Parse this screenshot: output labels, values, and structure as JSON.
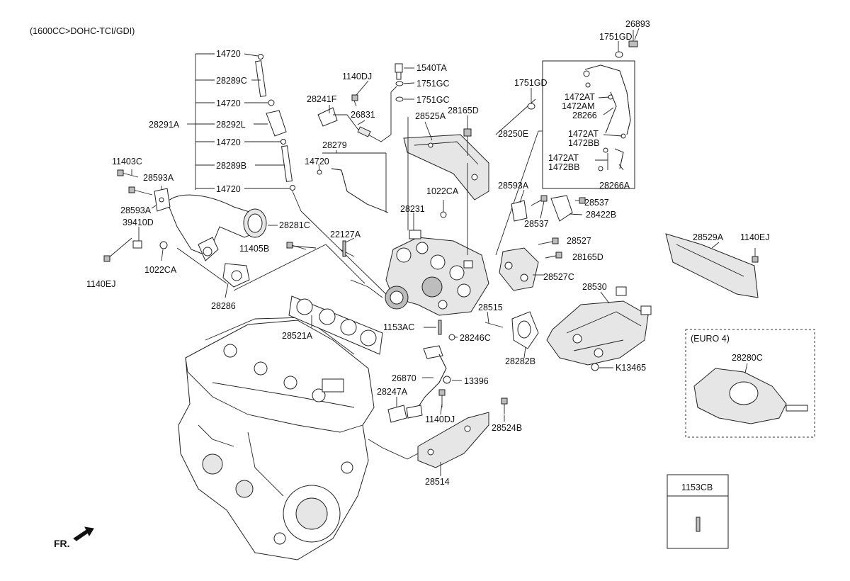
{
  "header": {
    "engine_spec": "(1600CC>DOHC-TCI/GDI)"
  },
  "orientation": {
    "front_label": "FR."
  },
  "euro4": {
    "title": "(EURO 4)",
    "part": "28280C"
  },
  "box_1153cb": {
    "title": "1153CB"
  },
  "callouts": {
    "p14720_a": "14720",
    "p28289C": "28289C",
    "p14720_b": "14720",
    "p28292L": "28292L",
    "p14720_c": "14720",
    "p28289B": "28289B",
    "p14720_d": "14720",
    "p28291A": "28291A",
    "p11403C": "11403C",
    "p28593A_l": "28593A",
    "p28593A_l2": "28593A",
    "p39410D": "39410D",
    "p1140EJ_l": "1140EJ",
    "p1022CA_l": "1022CA",
    "p28281C": "28281C",
    "p11405B": "11405B",
    "p22127A": "22127A",
    "p28286": "28286",
    "p28521A": "28521A",
    "p1140DJ_t": "1140DJ",
    "p28241F": "28241F",
    "p26831": "26831",
    "p1540TA": "1540TA",
    "p1751GC_a": "1751GC",
    "p1751GC_b": "1751GC",
    "p28525A": "28525A",
    "p28165D_t": "28165D",
    "p28279": "28279",
    "p14720_e": "14720",
    "p1022CA_c": "1022CA",
    "p28231": "28231",
    "p1751GD_a": "1751GD",
    "p26893": "26893",
    "p1751GD_b": "1751GD",
    "p1472AT_a": "1472AT",
    "p1472AM": "1472AM",
    "p28266": "28266",
    "p28250E": "28250E",
    "p1472AT_b": "1472AT",
    "p1472BB_a": "1472BB",
    "p1472AT_c": "1472AT",
    "p1472BB_b": "1472BB",
    "p28266A": "28266A",
    "p28593A_r": "28593A",
    "p28537_a": "28537",
    "p28422B": "28422B",
    "p28537_b": "28537",
    "p28527": "28527",
    "p28165D_r": "28165D",
    "p28527C": "28527C",
    "p28529A": "28529A",
    "p1140EJ_r": "1140EJ",
    "p28530": "28530",
    "p28515": "28515",
    "p1153AC": "1153AC",
    "p28246C": "28246C",
    "p28282B": "28282B",
    "pK13465": "K13465",
    "p26870": "26870",
    "p13396": "13396",
    "p28247A": "28247A",
    "p1140DJ_b": "1140DJ",
    "p28524B": "28524B",
    "p28514": "28514"
  }
}
